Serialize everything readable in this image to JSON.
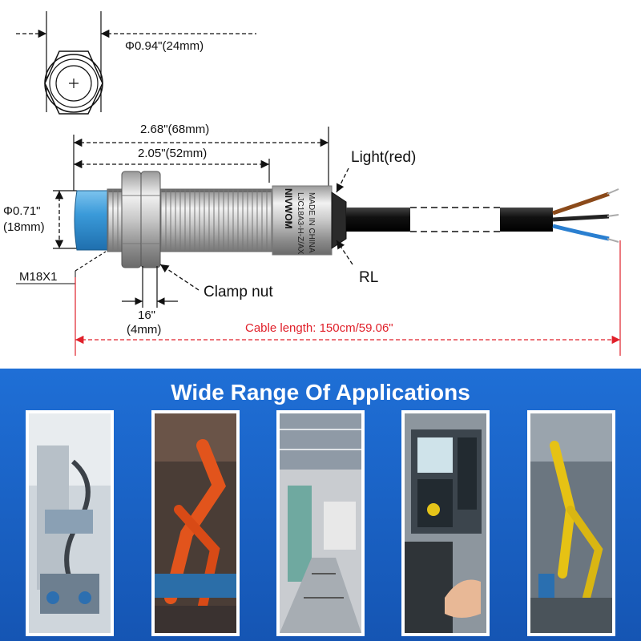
{
  "dimensions": {
    "hex_diameter": "Φ0.94\"(24mm)",
    "total_length": "2.68\"(68mm)",
    "thread_length": "2.05\"(52mm)",
    "body_diameter_line1": "Φ0.71\"",
    "body_diameter_line2": "(18mm)",
    "thread_spec": "M18X1",
    "nut_thickness_line1": "16\"",
    "nut_thickness_line2": "(4mm)",
    "cable_length": "Cable length: 150cm/59.06\""
  },
  "labels": {
    "light": "Light(red)",
    "rl": "RL",
    "clamp_nut": "Clamp nut"
  },
  "sensor_print": {
    "brand": "NIVWOM",
    "model": "LJC18A3-H-Z/AX",
    "origin": "MADE IN CHINA"
  },
  "applications": {
    "title": "Wide Range Of Applications",
    "images": [
      "factory-automation-image",
      "robot-arm-welding-image",
      "production-line-image",
      "cnc-control-panel-image",
      "assembly-robot-image"
    ]
  },
  "colors": {
    "sensor_head": "#3a9ad9",
    "banner": "#1a64c8",
    "dimension_red": "#e0202a"
  }
}
